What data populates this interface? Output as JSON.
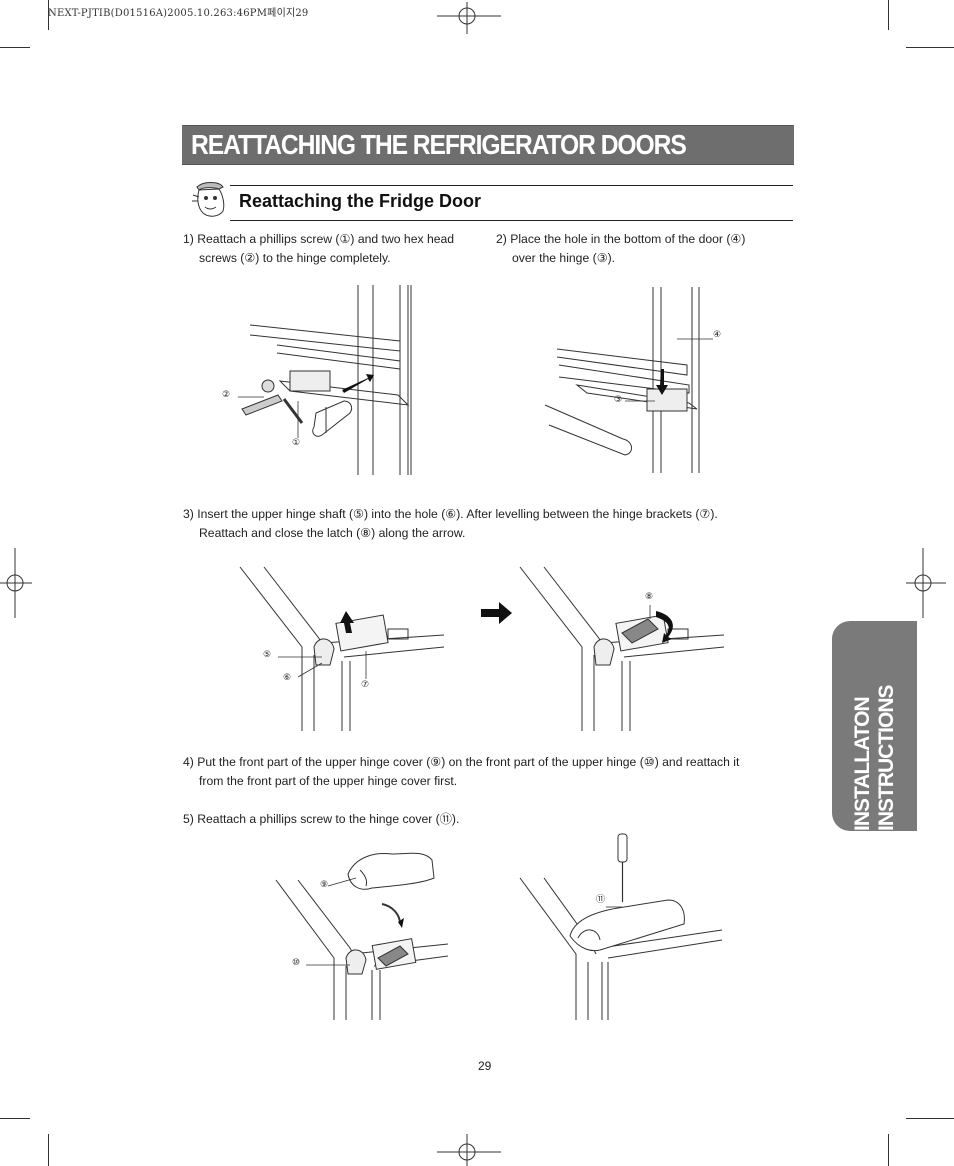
{
  "print_header": "NEXT-PJTIB(D01516A)2005.10.263:46PM페이지29",
  "title": "REATTACHING THE REFRIGERATOR DOORS",
  "section": {
    "icon": "mascot-icon",
    "heading": "Reattaching the Fridge Door"
  },
  "steps": {
    "s1": {
      "line1": "1) Reattach a phillips screw (①) and two hex head",
      "line2": "screws (②) to the hinge completely."
    },
    "s2": {
      "line1": "2) Place the hole in the bottom of the door (④)",
      "line2": "over the hinge (③)."
    },
    "s3": {
      "line1": "3) Insert the upper hinge shaft (⑤) into the hole (⑥). After levelling between the hinge brackets (⑦).",
      "line2": "Reattach and close the latch (⑧) along the arrow."
    },
    "s4": {
      "line1": "4) Put the front part of the upper hinge cover (⑨) on the front part of the upper hinge (⑩) and reattach it",
      "line2": "from the front part of the upper hinge cover first."
    },
    "s5": {
      "line1": "5) Reattach a phillips screw to the hinge cover (⑪)."
    }
  },
  "callouts": {
    "c1": "①",
    "c2": "②",
    "c3": "③",
    "c4": "④",
    "c5": "⑤",
    "c6": "⑥",
    "c7": "⑦",
    "c8": "⑧",
    "c9": "⑨",
    "c10": "⑩",
    "c11": "⑪"
  },
  "side_tab": "INSTALLATON INSTRUCTIONS",
  "page_number": "29"
}
